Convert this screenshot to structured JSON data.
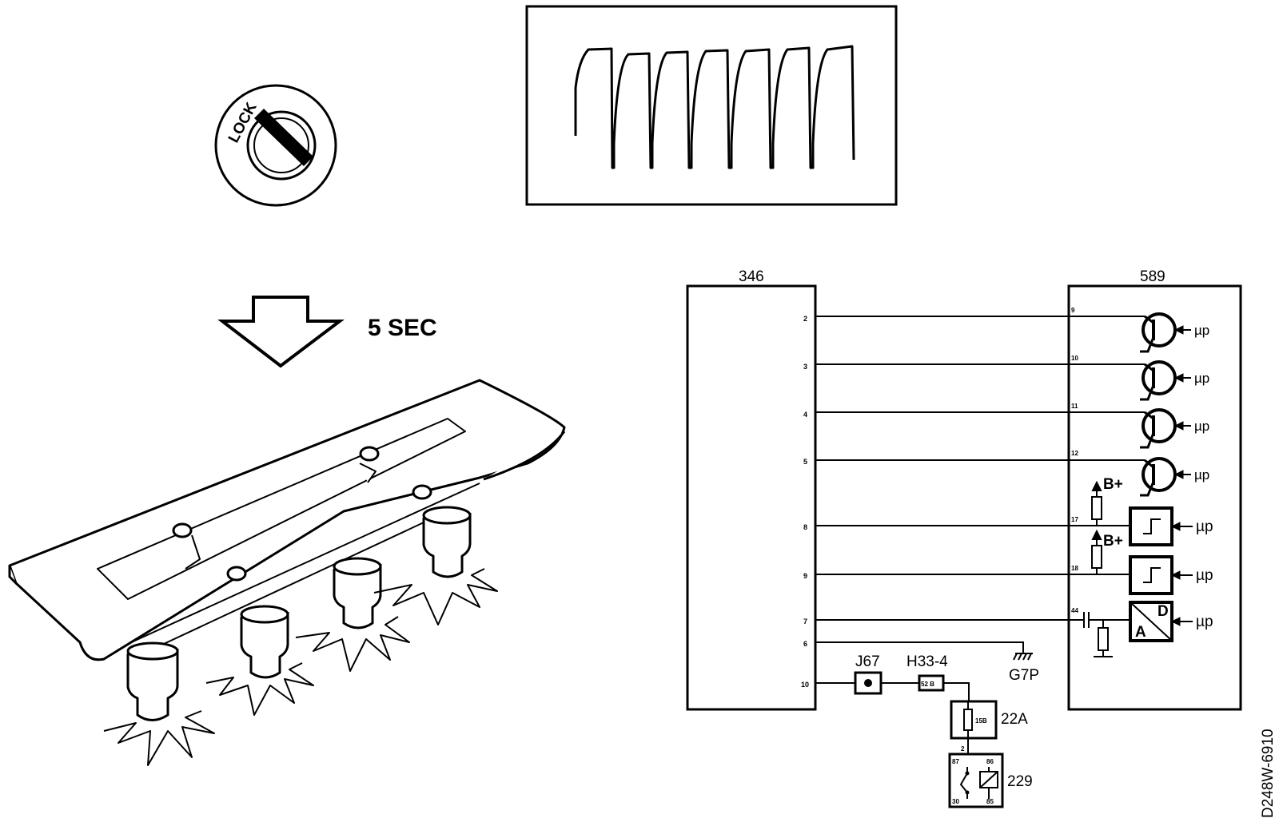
{
  "ignition": {
    "lock_label": "LOCK"
  },
  "duration": {
    "label": "5 SEC"
  },
  "ecu_left": {
    "label": "346",
    "pins": [
      {
        "pin": "2"
      },
      {
        "pin": "3"
      },
      {
        "pin": "4"
      },
      {
        "pin": "5"
      },
      {
        "pin": "8"
      },
      {
        "pin": "9"
      },
      {
        "pin": "7"
      },
      {
        "pin": "6"
      },
      {
        "pin": "10"
      }
    ]
  },
  "ecu_right": {
    "label": "589",
    "pins": [
      {
        "pin": "9"
      },
      {
        "pin": "10"
      },
      {
        "pin": "11"
      },
      {
        "pin": "12"
      },
      {
        "pin": "17"
      },
      {
        "pin": "18"
      },
      {
        "pin": "44"
      }
    ],
    "output_label": "µp",
    "supply_label": "B+",
    "converter_a": "A",
    "converter_d": "D"
  },
  "connectors": {
    "j67": "J67",
    "h33": "H33-4",
    "h33_pin": "52 B",
    "ground": "G7P"
  },
  "fuse": {
    "label": "22A",
    "rating": "15B",
    "pin": "2"
  },
  "relay": {
    "label": "229",
    "pins": [
      "87",
      "86",
      "30",
      "85"
    ]
  },
  "figure_id": "D248W-6910"
}
